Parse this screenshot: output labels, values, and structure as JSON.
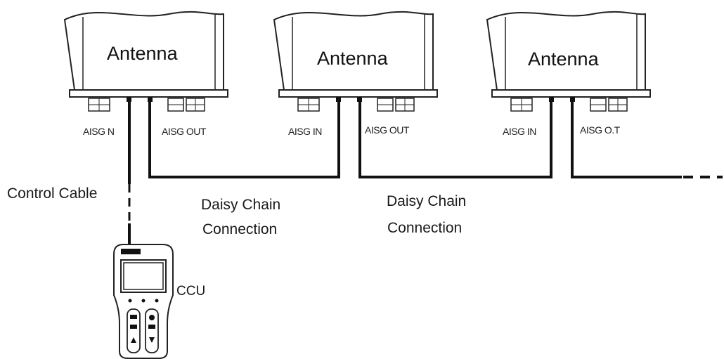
{
  "antennas": [
    {
      "title": "Antenna",
      "port_in": "AISG  N",
      "port_out": "AISG OUT"
    },
    {
      "title": "Antenna",
      "port_in": "AISG IN",
      "port_out": "AISG OUT"
    },
    {
      "title": "Antenna",
      "port_in": "AISG IN",
      "port_out": "AISG O.T"
    }
  ],
  "labels": {
    "control_cable": "Control Cable",
    "daisy_chain_1_line1": "Daisy Chain",
    "daisy_chain_1_line2": "Connection",
    "daisy_chain_2_line1": "Daisy Chain",
    "daisy_chain_2_line2": "Connection",
    "ccu": "CCU"
  },
  "colors": {
    "line": "#111111",
    "outline": "#222222"
  }
}
